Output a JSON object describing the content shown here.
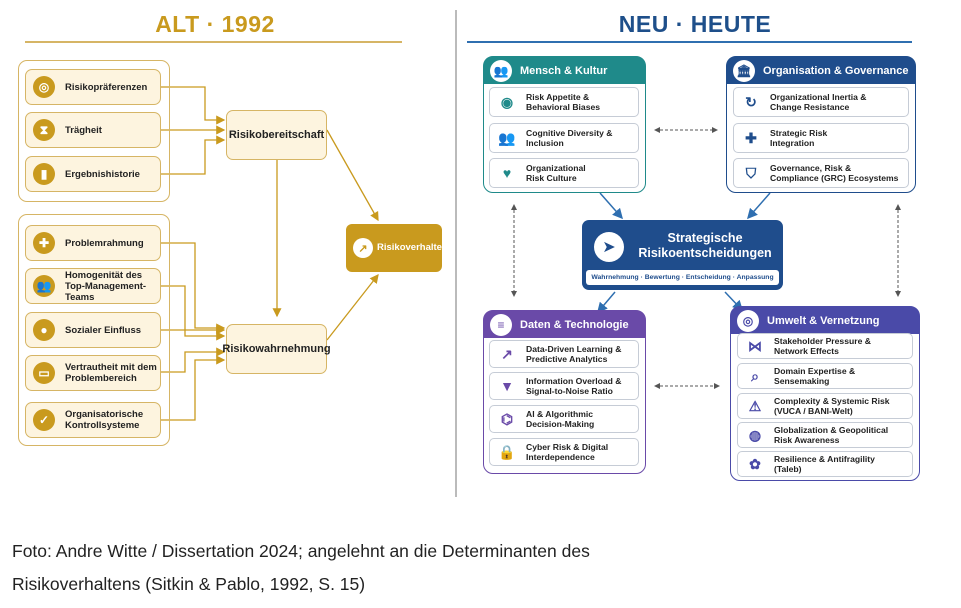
{
  "left": {
    "heading": "ALT · 1992",
    "group1": [
      {
        "label": "Risikopräferenzen",
        "icon": "target-icon"
      },
      {
        "label": "Trägheit",
        "icon": "hourglass-icon"
      },
      {
        "label": "Ergebnishistorie",
        "icon": "bar-chart-icon"
      }
    ],
    "group2": [
      {
        "label": "Problemrahmung",
        "icon": "puzzle-icon"
      },
      {
        "label": "Homogenität des\nTop-Management-Teams",
        "icon": "group-icon"
      },
      {
        "label": "Sozialer Einfluss",
        "icon": "person-icon"
      },
      {
        "label": "Vertrautheit mit dem\nProblembereich",
        "icon": "book-icon"
      },
      {
        "label": "Organisatorische\nKontrollsysteme",
        "icon": "shield-check-icon"
      }
    ],
    "risikobereitschaft": "Risikobereitschaft",
    "risikowahrnehmung": "Risikowahrnehmung",
    "risikoverhalten": "Risikoverhalten"
  },
  "right": {
    "heading": "NEU · HEUTE",
    "center": {
      "title": "Strategische\nRisikoentscheidungen",
      "subtitle": "Wahrnehmung · Bewertung · Entscheidung · Anpassung"
    },
    "mensch": {
      "title": "Mensch & Kultur",
      "color": "#1f8a8a",
      "items": [
        {
          "label": "Risk Appetite &\nBehavioral Biases",
          "icon": "brain-icon"
        },
        {
          "label": "Cognitive Diversity &\nInclusion",
          "icon": "people-icon"
        },
        {
          "label": "Organizational\nRisk Culture",
          "icon": "heart-handshake-icon"
        }
      ]
    },
    "organisation": {
      "title": "Organisation & Governance",
      "color": "#1f4d8c",
      "items": [
        {
          "label": "Organizational Inertia &\nChange Resistance",
          "icon": "cycle-icon"
        },
        {
          "label": "Strategic Risk\nIntegration",
          "icon": "puzzle-icon"
        },
        {
          "label": "Governance, Risk &\nCompliance (GRC) Ecosystems",
          "icon": "shield-icon"
        }
      ]
    },
    "daten": {
      "title": "Daten & Technologie",
      "color": "#6a4aa8",
      "items": [
        {
          "label": "Data-Driven Learning &\nPredictive Analytics",
          "icon": "chart-up-icon"
        },
        {
          "label": "Information Overload &\nSignal-to-Noise Ratio",
          "icon": "filter-icon"
        },
        {
          "label": "AI & Algorithmic\nDecision-Making",
          "icon": "ai-brain-icon"
        },
        {
          "label": "Cyber Risk & Digital\nInterdependence",
          "icon": "lock-icon"
        }
      ]
    },
    "umwelt": {
      "title": "Umwelt & Vernetzung",
      "color": "#4a4aa8",
      "items": [
        {
          "label": "Stakeholder Pressure &\nNetwork Effects",
          "icon": "network-icon"
        },
        {
          "label": "Domain Expertise &\nSensemaking",
          "icon": "magnifier-icon"
        },
        {
          "label": "Complexity & Systemic Risk\n(VUCA / BANI-Welt)",
          "icon": "warning-icon"
        },
        {
          "label": "Globalization & Geopolitical\nRisk Awareness",
          "icon": "globe-icon"
        },
        {
          "label": "Resilience & Antifragility\n(Taleb)",
          "icon": "sprout-icon"
        }
      ]
    }
  },
  "caption": {
    "line1": "Foto: Andre Witte / Dissertation 2024; angelehnt an die Determinanten des",
    "line2": "Risikoverhaltens (Sitkin & Pablo, 1992, S. 15)"
  },
  "colors": {
    "gold": "#c99a1e",
    "navy": "#1f4d8c",
    "teal": "#1f8a8a",
    "purple": "#6a4aa8"
  }
}
